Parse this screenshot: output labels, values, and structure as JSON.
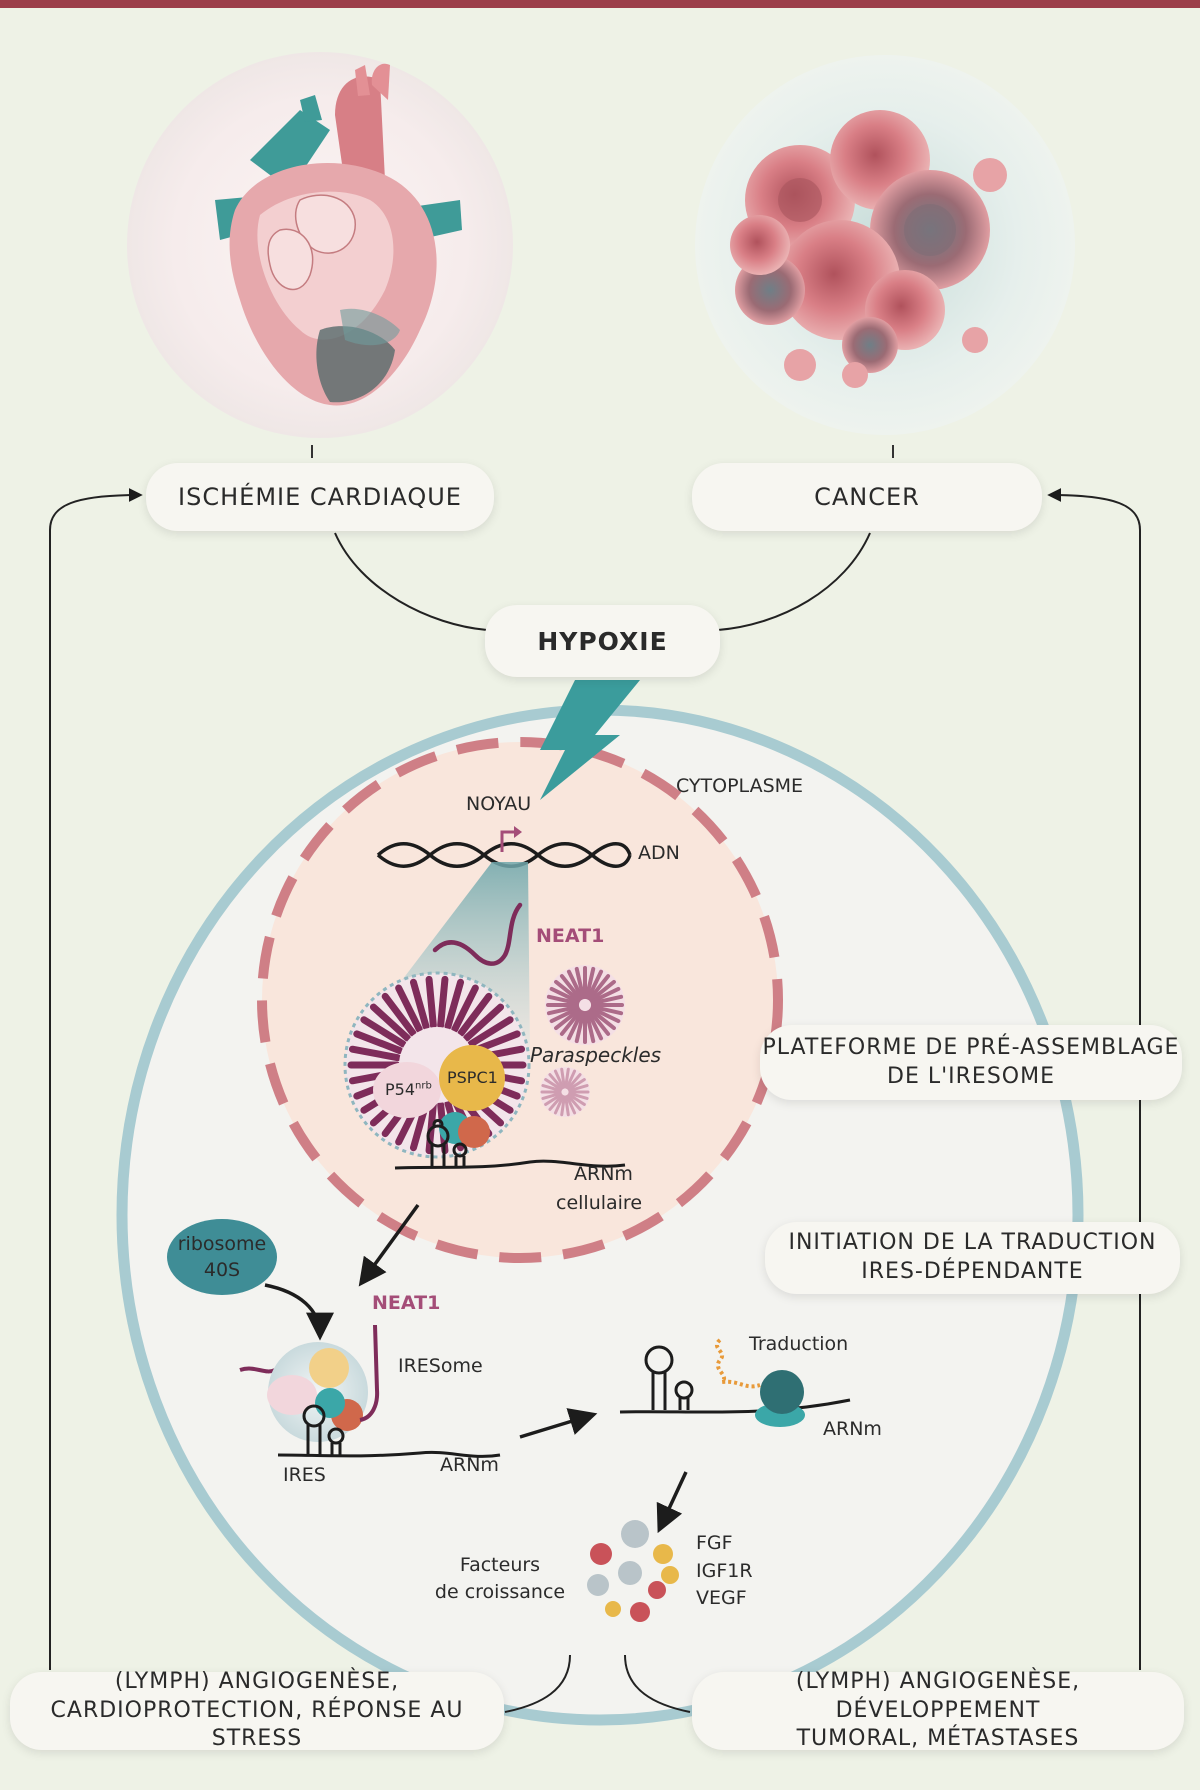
{
  "disease": {
    "ischemia": "ISCHÉMIE CARDIAQUE",
    "cancer": "CANCER"
  },
  "hypoxia": "HYPOXIE",
  "cell": {
    "cytoplasm": "CYTOPLASME",
    "nucleus": "NOYAU",
    "dna": "ADN",
    "neat1_nucleus": "NEAT1",
    "paraspeckles": "Paraspeckles",
    "p54": "P54",
    "p54_sup": "nrb",
    "pspc1": "PSPC1",
    "mrna_cell_line1": "ARNm",
    "mrna_cell_line2": "cellulaire",
    "ribosome_line1": "ribosome",
    "ribosome_line2": "40S",
    "neat1_cyto": "NEAT1",
    "iresome": "IRESome",
    "ires": "IRES",
    "mrna_ires": "ARNm",
    "translation": "Traduction",
    "mrna_translation": "ARNm",
    "growth_factors_line1": "Facteurs",
    "growth_factors_line2": "de croissance",
    "factors": [
      "FGF",
      "IGF1R",
      "VEGF"
    ]
  },
  "steps": {
    "preassembly_line1": "PLATEFORME DE PRÉ-ASSEMBLAGE",
    "preassembly_line2": "DE L'IRESOME",
    "initiation_line1": "INITIATION DE LA TRADUCTION",
    "initiation_line2": "IRES-DÉPENDANTE"
  },
  "outcomes": {
    "left_line1": "(LYMPH) ANGIOGENÈSE,",
    "left_line2": "CARDIOPROTECTION, RÉPONSE AU STRESS",
    "right_line1": "(LYMPH) ANGIOGENÈSE, DÉVELOPPEMENT",
    "right_line2": "TUMORAL, MÉTASTASES"
  },
  "colors": {
    "accent": "#9c3f4a",
    "teal": "#3c9c9a",
    "neat1": "#a44d78",
    "nucleus_border": "#cf7f86",
    "cell_border": "#a8cbd1",
    "pspc1": "#e8b84a",
    "ribosome": "#3f8d96"
  }
}
